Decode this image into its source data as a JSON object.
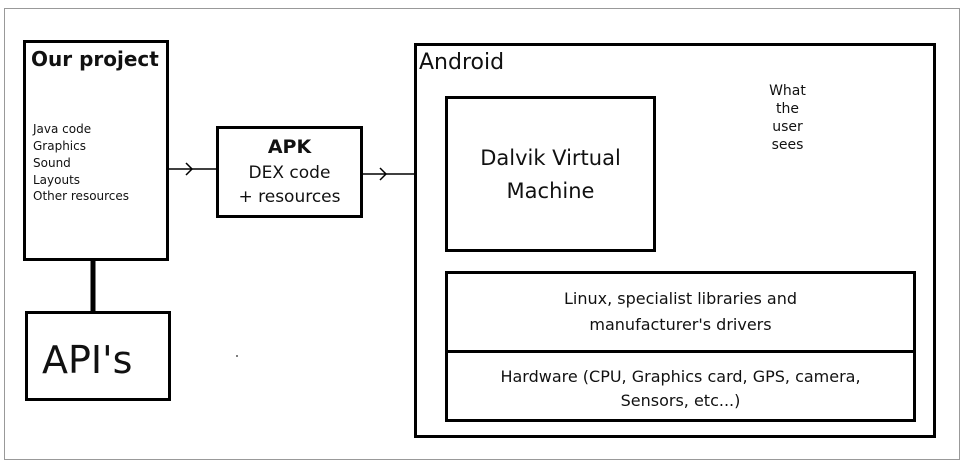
{
  "project": {
    "title": "Our project",
    "items": [
      "Java code",
      "Graphics",
      "Sound",
      "Layouts",
      "Other resources"
    ]
  },
  "apis": {
    "label": "API's"
  },
  "apk": {
    "title": "APK",
    "line1": "DEX code",
    "line2": "+ resources"
  },
  "android": {
    "title": "Android",
    "dalvik": {
      "line1": "Dalvik Virtual",
      "line2": "Machine"
    },
    "linux": {
      "line1": "Linux, specialist libraries and",
      "line2": "manufacturer's drivers"
    },
    "hardware": {
      "line1": "Hardware (CPU, Graphics card, GPS, camera,",
      "line2": "Sensors, etc...)"
    }
  },
  "phone": {
    "line1": "What",
    "line2": "the",
    "line3": "user",
    "line4": "sees"
  },
  "colors": {
    "line": "#000000",
    "phone_body": "#1a1a1a",
    "screen": "#ffffff"
  }
}
